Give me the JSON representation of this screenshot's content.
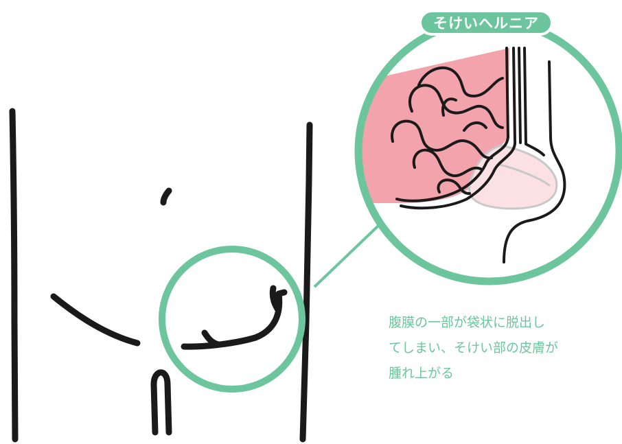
{
  "title": "そけいヘルニア",
  "caption": {
    "lines": [
      "腹膜の一部が袋状に脱出し",
      "てしまい、そけい部の皮膚が",
      "腫れ上がる"
    ]
  },
  "colors": {
    "accent": "#6cc59c",
    "intestine": "#f3a3ab",
    "hernia_sac": "#fbe1e3",
    "outline": "#1a1a1a"
  }
}
